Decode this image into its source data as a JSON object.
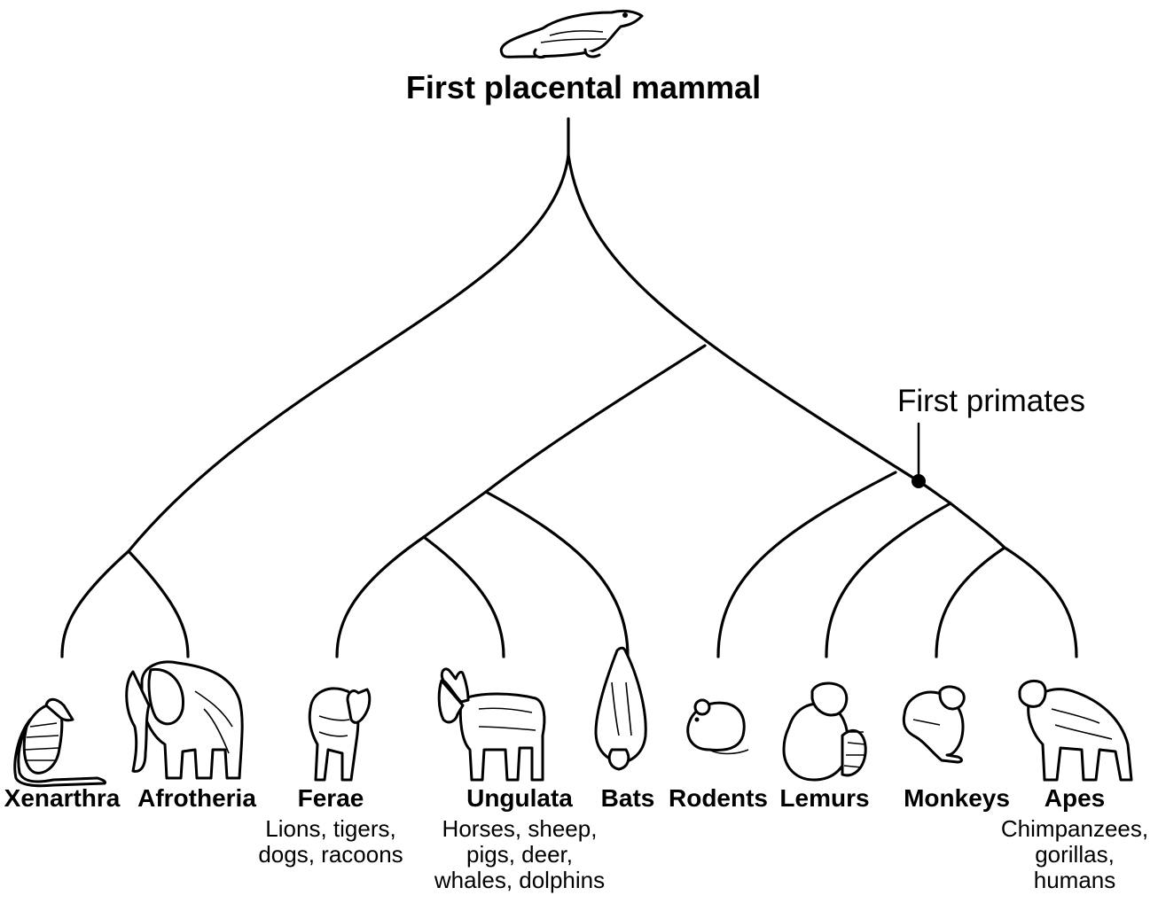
{
  "root": {
    "label": "First placental mammal"
  },
  "annotation": {
    "label": "First primates"
  },
  "taxa": [
    {
      "id": "xenarthra",
      "name": "Xenarthra",
      "examples": []
    },
    {
      "id": "afrotheria",
      "name": "Afrotheria",
      "examples": []
    },
    {
      "id": "ferae",
      "name": "Ferae",
      "examples": [
        "Lions, tigers,",
        "dogs, racoons"
      ]
    },
    {
      "id": "ungulata",
      "name": "Ungulata",
      "examples": [
        "Horses, sheep,",
        "pigs, deer,",
        "whales, dolphins"
      ]
    },
    {
      "id": "bats",
      "name": "Bats",
      "examples": []
    },
    {
      "id": "rodents",
      "name": "Rodents",
      "examples": []
    },
    {
      "id": "lemurs",
      "name": "Lemurs",
      "examples": []
    },
    {
      "id": "monkeys",
      "name": "Monkeys",
      "examples": []
    },
    {
      "id": "apes",
      "name": "Apes",
      "examples": [
        "Chimpanzees,",
        "gorillas,",
        "humans"
      ]
    }
  ],
  "illustrations": [
    "first-mammal-icon",
    "armadillo-icon",
    "elephant-icon",
    "fox-icon",
    "donkey-icon",
    "bat-icon",
    "mouse-icon",
    "lemur-icon",
    "monkey-icon",
    "chimpanzee-icon"
  ]
}
